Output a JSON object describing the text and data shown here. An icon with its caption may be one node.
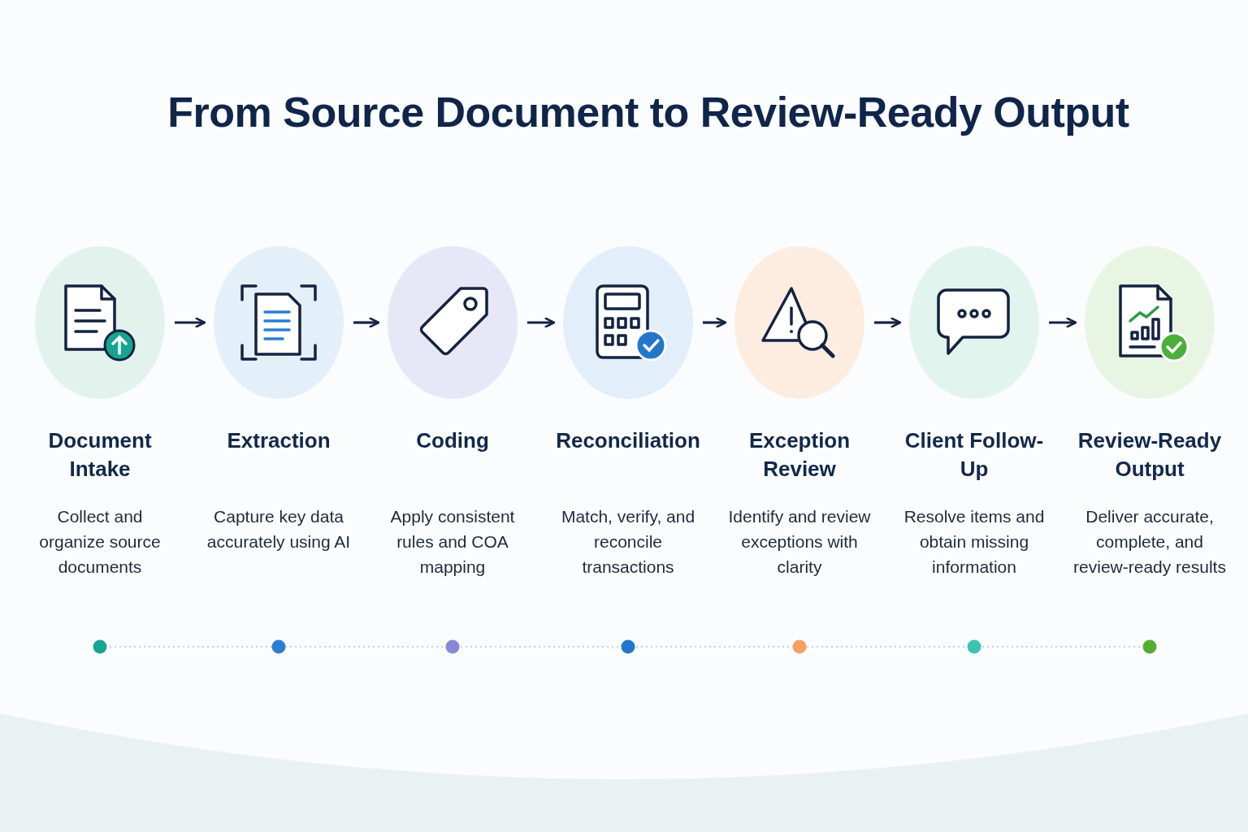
{
  "diagram": {
    "title": "From Source Document to Review-Ready Output",
    "nodes": [
      {
        "text": [
          "Document Intake",
          "Collect and organize source documents"
        ]
      },
      {
        "text": [
          "Extraction",
          "Capture key data accurately using AI"
        ]
      },
      {
        "text": [
          "Coding",
          "Apply consistent rules and COA mapping"
        ]
      },
      {
        "text": [
          "Reconciliation",
          "Match, verify, and reconcile transactions"
        ]
      },
      {
        "text": [
          "Exception Review",
          "Identify and review exceptions with clarity"
        ]
      },
      {
        "text": [
          "Client Follow-Up",
          "Resolve items and obtain missing information"
        ]
      },
      {
        "text": [
          "Review-Ready Output",
          "Deliver accurate, complete, and review-ready results"
        ]
      }
    ],
    "edges": [
      {
        "from": 0,
        "to": 1,
        "arrow": "to"
      },
      {
        "from": 1,
        "to": 2,
        "arrow": "to"
      },
      {
        "from": 2,
        "to": 3,
        "arrow": "to"
      },
      {
        "from": 3,
        "to": 4,
        "arrow": "to"
      },
      {
        "from": 4,
        "to": 5,
        "arrow": "to"
      },
      {
        "from": 5,
        "to": 6,
        "arrow": "to"
      }
    ]
  }
}
